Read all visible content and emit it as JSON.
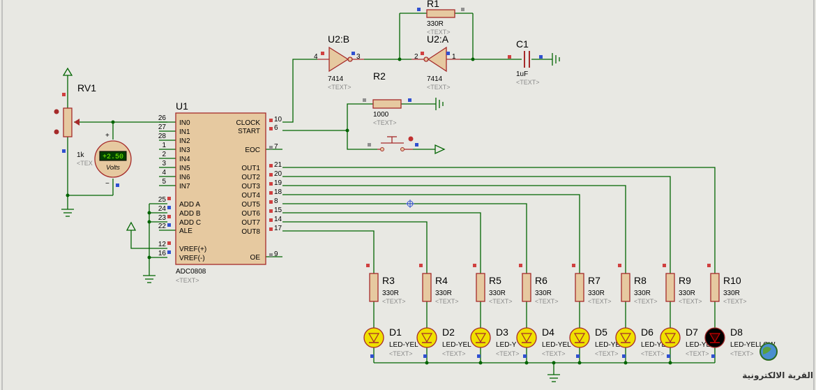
{
  "adc": {
    "ref": "U1",
    "part": "ADC0808",
    "text": "<TEXT>",
    "left_pins": [
      {
        "num": "26",
        "name": "IN0"
      },
      {
        "num": "27",
        "name": "IN1"
      },
      {
        "num": "28",
        "name": "IN2"
      },
      {
        "num": "1",
        "name": "IN3"
      },
      {
        "num": "2",
        "name": "IN4"
      },
      {
        "num": "3",
        "name": "IN5"
      },
      {
        "num": "4",
        "name": "IN6"
      },
      {
        "num": "5",
        "name": "IN7"
      },
      {
        "num": "25",
        "name": "ADD A"
      },
      {
        "num": "24",
        "name": "ADD B"
      },
      {
        "num": "23",
        "name": "ADD C"
      },
      {
        "num": "22",
        "name": "ALE"
      },
      {
        "num": "12",
        "name": "VREF(+)"
      },
      {
        "num": "16",
        "name": "VREF(-)"
      }
    ],
    "right_pins": [
      {
        "num": "10",
        "name": "CLOCK"
      },
      {
        "num": "6",
        "name": "START"
      },
      {
        "num": "7",
        "name": "EOC"
      },
      {
        "num": "21",
        "name": "OUT1"
      },
      {
        "num": "20",
        "name": "OUT2"
      },
      {
        "num": "19",
        "name": "OUT3"
      },
      {
        "num": "18",
        "name": "OUT4"
      },
      {
        "num": "8",
        "name": "OUT5"
      },
      {
        "num": "15",
        "name": "OUT6"
      },
      {
        "num": "14",
        "name": "OUT7"
      },
      {
        "num": "17",
        "name": "OUT8"
      },
      {
        "num": "9",
        "name": "OE"
      }
    ]
  },
  "pot": {
    "ref": "RV1",
    "value": "1k",
    "text": "<TEX"
  },
  "voltmeter": {
    "reading": "+2.50",
    "unit": "Volts",
    "plus": "+",
    "minus": "−"
  },
  "inverters": [
    {
      "ref": "U2:B",
      "part": "7414",
      "text": "<TEXT>",
      "pin_in": "4",
      "pin_out": "3"
    },
    {
      "ref": "U2:A",
      "part": "7414",
      "text": "<TEXT>",
      "pin_in": "2",
      "pin_out": "1"
    }
  ],
  "r1": {
    "ref": "R1",
    "value": "330R",
    "text": "<TEXT>"
  },
  "r2": {
    "ref": "R2",
    "value": "1000",
    "text": "<TEXT>"
  },
  "c1": {
    "ref": "C1",
    "value": "1uF",
    "text": "<TEXT>"
  },
  "resistors": [
    {
      "ref": "R3",
      "value": "330R",
      "text": "<TEXT>"
    },
    {
      "ref": "R4",
      "value": "330R",
      "text": "<TEXT>"
    },
    {
      "ref": "R5",
      "value": "330R",
      "text": "<TEXT>"
    },
    {
      "ref": "R6",
      "value": "330R",
      "text": "<TEXT>"
    },
    {
      "ref": "R7",
      "value": "330R",
      "text": "<TEXT>"
    },
    {
      "ref": "R8",
      "value": "330R",
      "text": "<TEXT>"
    },
    {
      "ref": "R9",
      "value": "330R",
      "text": "<TEXT>"
    },
    {
      "ref": "R10",
      "value": "330R",
      "text": "<TEXT>"
    }
  ],
  "leds": [
    {
      "ref": "D1",
      "part": "LED-YEL",
      "text": "<TEXT>",
      "on": true
    },
    {
      "ref": "D2",
      "part": "LED-YEL",
      "text": "<TEXT>",
      "on": true
    },
    {
      "ref": "D3",
      "part": "LED-Y",
      "text": "<TEXT>",
      "on": true
    },
    {
      "ref": "D4",
      "part": "LED-YEL",
      "text": "<TEXT>",
      "on": true
    },
    {
      "ref": "D5",
      "part": "LED-YEL",
      "text": "<TEXT>",
      "on": true
    },
    {
      "ref": "D6",
      "part": "LED-YEL",
      "text": "<TEXT>",
      "on": true
    },
    {
      "ref": "D7",
      "part": "LED-YEL",
      "text": "<TEXT>",
      "on": true
    },
    {
      "ref": "D8",
      "part": "LED-YELLOW",
      "text": "<TEXT>",
      "on": false
    }
  ],
  "colors": {
    "wire": "#006400",
    "body": "#a52a2a",
    "fill": "#e6c9a0",
    "led_on": "#f0e000",
    "led_off": "#000000",
    "pin_red": "#d04040",
    "pin_blue": "#3050d0",
    "pin_gray": "#909090"
  },
  "watermark": "القرية الالكترونية"
}
